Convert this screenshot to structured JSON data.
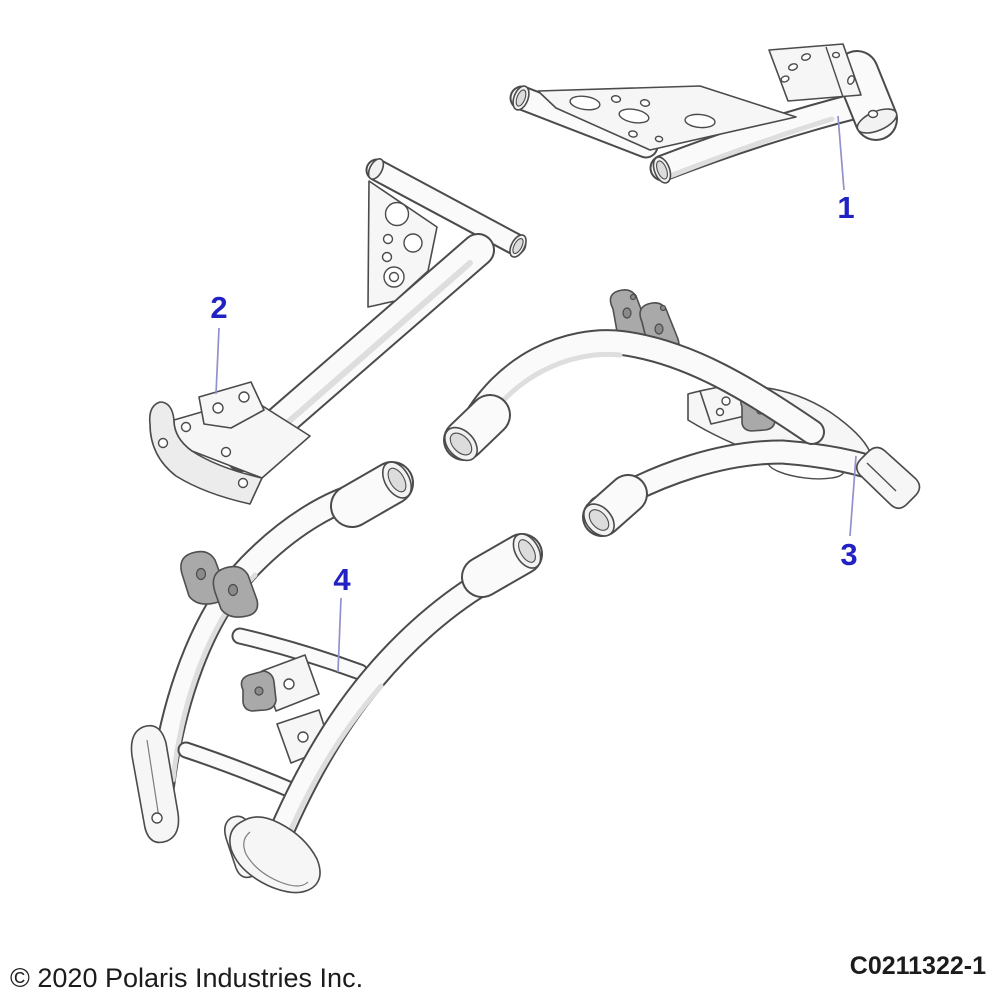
{
  "diagram": {
    "type": "exploded-parts-illustration",
    "callouts": [
      {
        "label": "1"
      },
      {
        "label": "2"
      },
      {
        "label": "3"
      },
      {
        "label": "4"
      }
    ]
  },
  "footer": {
    "copyright": "© 2020 Polaris Industries Inc.",
    "drawing_number": "C0211322-1"
  },
  "colors": {
    "background": "#ffffff",
    "callout_text": "#2121c4",
    "leader_line": "#9191cb",
    "line_art": "#4b4b4b",
    "bracket_fill": "#a9a9a9",
    "footer_text": "#1c1c1c"
  }
}
